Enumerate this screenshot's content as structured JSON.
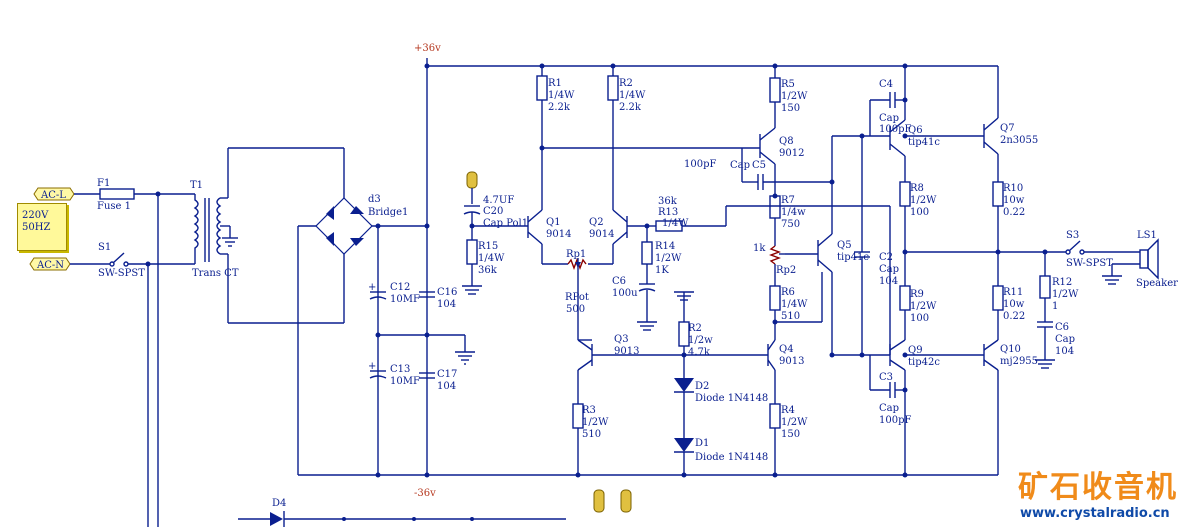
{
  "rails": {
    "pos": "+36v",
    "neg": "-36v"
  },
  "note": {
    "line1": "220V",
    "line2": "50HZ"
  },
  "ports": {
    "acl": "AC-L",
    "acn": "AC-N"
  },
  "components": {
    "f1": {
      "ref": "F1",
      "val": "Fuse 1"
    },
    "s1": {
      "ref": "S1",
      "val": "SW-SPST"
    },
    "t1": {
      "ref": "T1",
      "val": "Trans CT"
    },
    "d3": {
      "ref": "d3",
      "val": "Bridge1"
    },
    "c12": {
      "ref": "C12",
      "val": "10MF"
    },
    "c13": {
      "ref": "C13",
      "val": "10MF"
    },
    "c16": {
      "ref": "C16",
      "val": "104"
    },
    "c17": {
      "ref": "C17",
      "val": "104"
    },
    "c20": {
      "ref": "C20",
      "val": "Cap Pol1",
      "extra": "4.7UF"
    },
    "r15": {
      "ref": "R15",
      "val": "1/4W",
      "val2": "36k"
    },
    "r1": {
      "ref": "R1",
      "val": "1/4W",
      "val2": "2.2k"
    },
    "r2": {
      "ref": "R2",
      "val": "1/4W",
      "val2": "2.2k"
    },
    "q1": {
      "ref": "Q1",
      "val": "9014"
    },
    "q2": {
      "ref": "Q2",
      "val": "9014"
    },
    "rp1": {
      "ref": "Rp1",
      "val": "RPot",
      "val2": "500"
    },
    "r13": {
      "ref": "R13",
      "val": "1/4W",
      "val2": "36k"
    },
    "r14": {
      "ref": "R14",
      "val": "1/2W",
      "val2": "1K"
    },
    "c6a": {
      "ref": "C6",
      "val": "100u"
    },
    "q3": {
      "ref": "Q3",
      "val": "9013"
    },
    "r3": {
      "ref": "R3",
      "val": "1/2W",
      "val2": "510"
    },
    "r2b": {
      "ref": "R2",
      "val": "1/2w",
      "val2": "4.7k"
    },
    "d2": {
      "ref": "D2",
      "val": "Diode 1N4148"
    },
    "d1": {
      "ref": "D1",
      "val": "Diode 1N4148"
    },
    "r5": {
      "ref": "R5",
      "val": "1/2W",
      "val2": "150"
    },
    "q8": {
      "ref": "Q8",
      "val": "9012"
    },
    "c5": {
      "ref": "C5",
      "val": "Cap",
      "val2": "100pF"
    },
    "r7": {
      "ref": "R7",
      "val": "1/4w",
      "val2": "750"
    },
    "rp2": {
      "ref": "Rp2",
      "val": "1k"
    },
    "r6": {
      "ref": "R6",
      "val": "1/4W",
      "val2": "510"
    },
    "q4": {
      "ref": "Q4",
      "val": "9013"
    },
    "r4": {
      "ref": "R4",
      "val": "1/2W",
      "val2": "150"
    },
    "q5": {
      "ref": "Q5",
      "val": "tip41c"
    },
    "c2": {
      "ref": "C2",
      "val": "Cap",
      "val2": "104"
    },
    "c4": {
      "ref": "C4",
      "val": "Cap",
      "val2": "100pF"
    },
    "q6": {
      "ref": "Q6",
      "val": "tip41c"
    },
    "r8": {
      "ref": "R8",
      "val": "1/2W",
      "val2": "100"
    },
    "r9": {
      "ref": "R9",
      "val": "1/2W",
      "val2": "100"
    },
    "q9": {
      "ref": "Q9",
      "val": "tip42c"
    },
    "c3": {
      "ref": "C3",
      "val": "Cap",
      "val2": "100pF"
    },
    "q7": {
      "ref": "Q7",
      "val": "2n3055"
    },
    "r10": {
      "ref": "R10",
      "val": "10w",
      "val2": "0.22"
    },
    "r11": {
      "ref": "R11",
      "val": "10w",
      "val2": "0.22"
    },
    "q10": {
      "ref": "Q10",
      "val": "mj2955"
    },
    "s3": {
      "ref": "S3",
      "val": "SW-SPST"
    },
    "r12": {
      "ref": "R12",
      "val": "1/2W",
      "val2": "1"
    },
    "c6b": {
      "ref": "C6",
      "val": "Cap",
      "val2": "104"
    },
    "ls1": {
      "ref": "LS1",
      "val": "Speaker"
    },
    "d4": {
      "ref": "D4"
    }
  },
  "watermark": {
    "title": "矿石收音机",
    "url": "www.crystalradio.cn"
  }
}
